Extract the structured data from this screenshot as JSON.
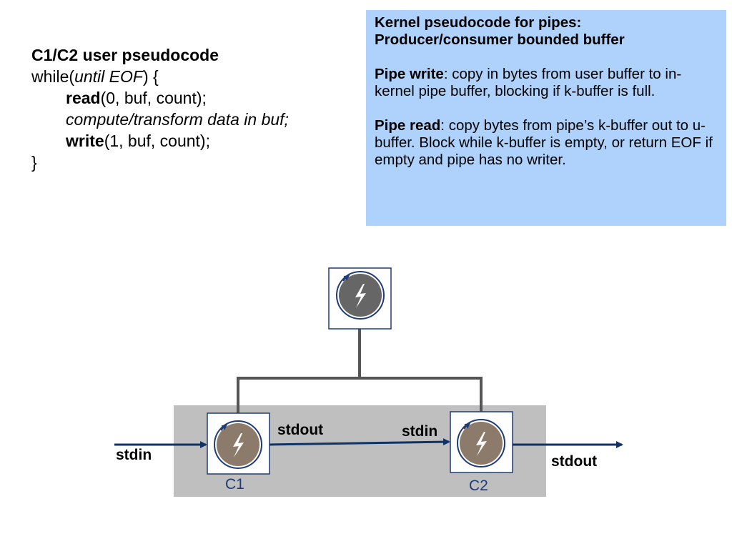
{
  "user_code": {
    "title": "C1/C2 user pseudocode",
    "while_prefix": "while(",
    "while_cond": "until EOF",
    "while_suffix": ") {",
    "read_fn": "read",
    "read_args": "(0, buf, count);",
    "compute": "compute/transform data in buf;",
    "write_fn": "write",
    "write_args": "(1, buf, count);",
    "close_brace": "}"
  },
  "kernel": {
    "heading_line1": "Kernel pseudocode for pipes:",
    "heading_line2": "Producer/consumer bounded buffer",
    "pipe_write_label": "Pipe write",
    "pipe_write_text": ": copy in bytes from user buffer to in-kernel pipe buffer, blocking if k-buffer is full.",
    "pipe_read_label": "Pipe read",
    "pipe_read_text": ": copy bytes from pipe’s k-buffer out to u-buffer.  Block while k-buffer is empty, or return EOF if empty and pipe has no writer.",
    "box_color": "#aed2fb"
  },
  "diagram": {
    "processes": [
      {
        "id": "parent",
        "name": "",
        "icon": "lightning-cycle-icon",
        "fill": "#666666"
      },
      {
        "id": "c1",
        "name": "C1",
        "icon": "lightning-cycle-icon",
        "fill": "#8c7b6b"
      },
      {
        "id": "c2",
        "name": "C2",
        "icon": "lightning-cycle-icon",
        "fill": "#8c7b6b"
      }
    ],
    "labels": {
      "c1_stdin": "stdin",
      "c1_stdout": "stdout",
      "c2_stdin": "stdin",
      "c2_stdout": "stdout"
    },
    "colors": {
      "arrow": "#0f3366",
      "group_fill": "#bfbfbf",
      "tree_line": "#555555",
      "box_border": "#1f3c78"
    }
  }
}
